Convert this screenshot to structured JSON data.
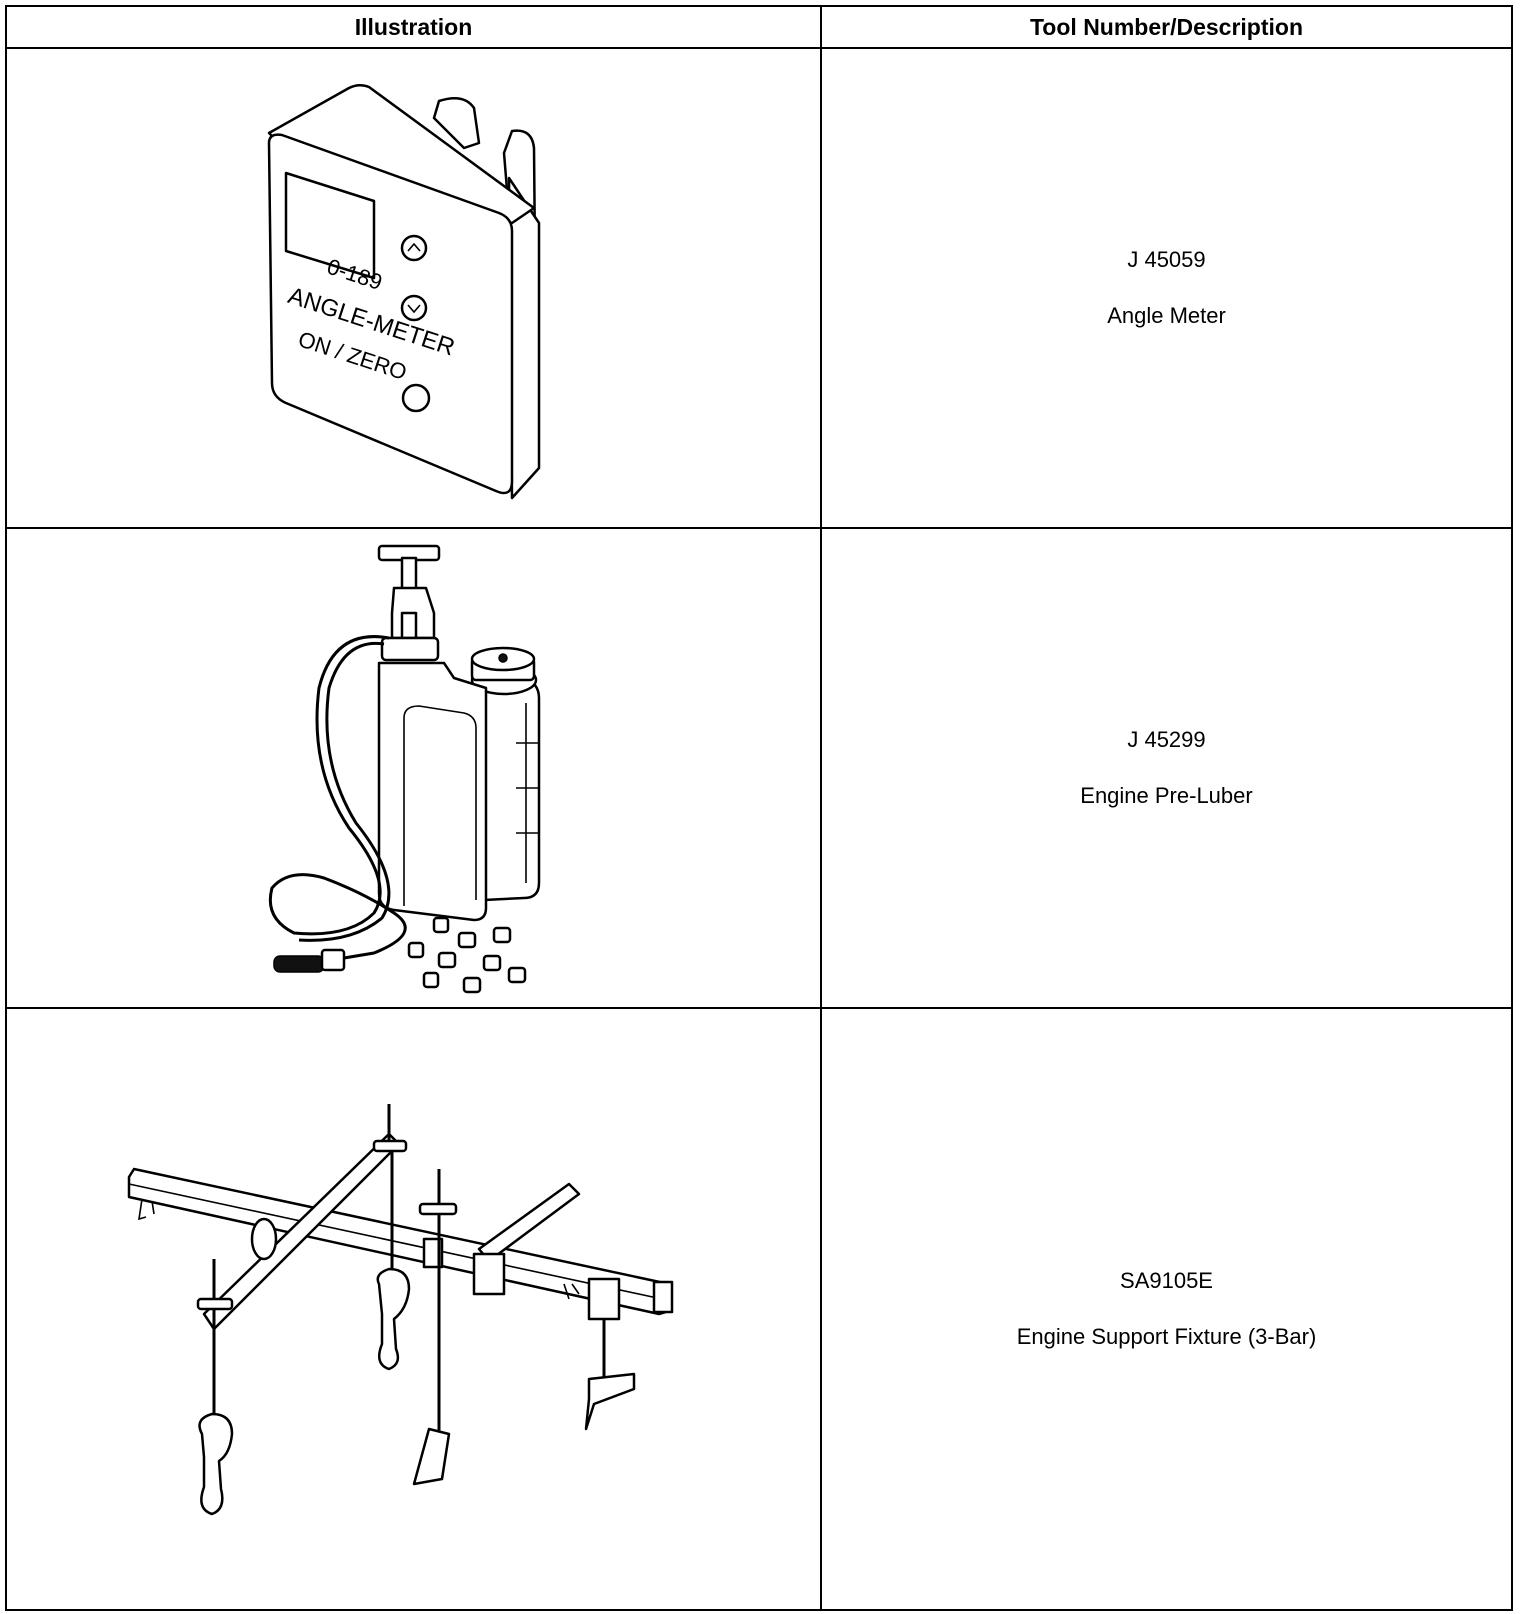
{
  "table": {
    "headers": {
      "illustration": "Illustration",
      "description": "Tool Number/Description"
    },
    "rows": [
      {
        "tool_number": "J 45059",
        "description": "Angle Meter",
        "illustration_icon": "angle-meter-icon",
        "device_text": {
          "range": "0-189",
          "label": "ANGLE-METER",
          "button": "ON / ZERO"
        }
      },
      {
        "tool_number": "J 45299",
        "description": "Engine Pre-Luber",
        "illustration_icon": "engine-pre-luber-icon"
      },
      {
        "tool_number": "SA9105E",
        "description": "Engine Support Fixture (3-Bar)",
        "illustration_icon": "engine-support-fixture-icon"
      }
    ]
  }
}
